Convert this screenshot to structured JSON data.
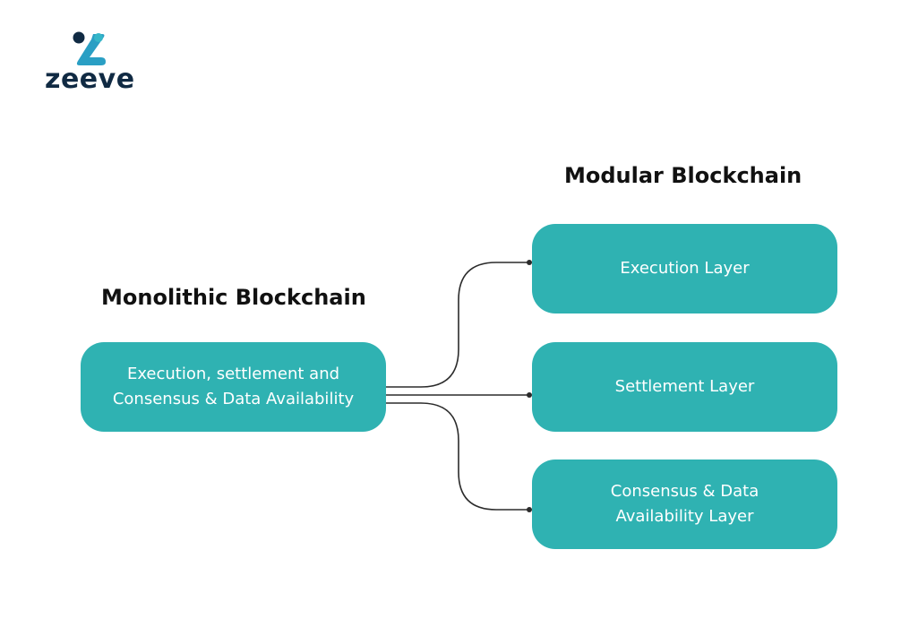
{
  "logo": {
    "wordmark": "zeeve",
    "mark_icon": "zeeve-logo-icon",
    "colors": {
      "dark": "#102a43",
      "teal": "#2a9fc4",
      "teal_light": "#35b6c8"
    }
  },
  "titles": {
    "modular": "Modular Blockchain",
    "monolithic": "Monolithic Blockchain"
  },
  "monolithic_box": {
    "line1": "Execution, settlement and",
    "line2": "Consensus & Data Availability"
  },
  "modular_layers": [
    {
      "line1": "Execution Layer"
    },
    {
      "line1": "Settlement Layer"
    },
    {
      "line1": "Consensus & Data",
      "line2": "Availability Layer"
    }
  ],
  "colors": {
    "box_fill": "#2fb2b2",
    "box_text": "#ffffff",
    "connector": "#2b2b2b",
    "title_text": "#111111"
  }
}
